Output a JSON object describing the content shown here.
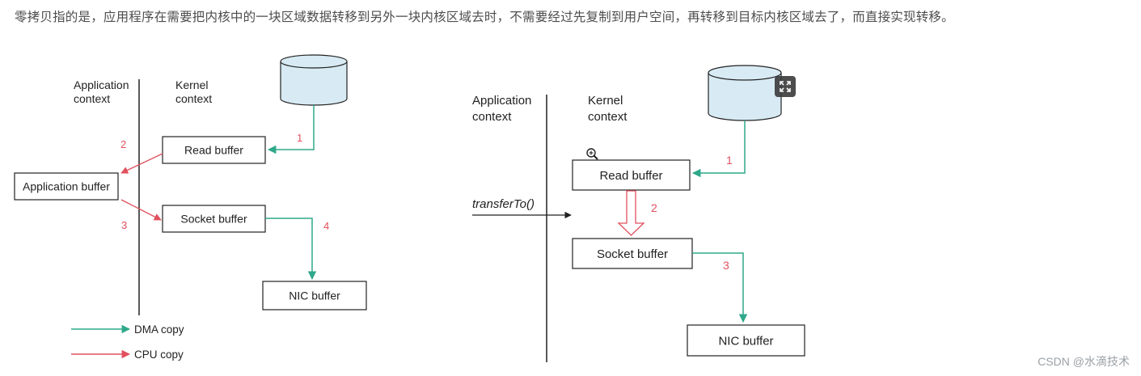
{
  "intro_text": "零拷贝指的是，应用程序在需要把内核中的一块区域数据转移到另外一块内核区域去时，不需要经过先复制到用户空间，再转移到目标内核区域去了，而直接实现转移。",
  "left_diagram": {
    "app_context_l1": "Application",
    "app_context_l2": "context",
    "kernel_context_l1": "Kernel",
    "kernel_context_l2": "context",
    "read_buffer": "Read buffer",
    "application_buffer": "Application buffer",
    "socket_buffer": "Socket buffer",
    "nic_buffer": "NIC buffer",
    "step1": "1",
    "step2": "2",
    "step3": "3",
    "step4": "4",
    "legend_dma": "DMA copy",
    "legend_cpu": "CPU copy"
  },
  "right_diagram": {
    "app_context_l1": "Application",
    "app_context_l2": "context",
    "kernel_context_l1": "Kernel",
    "kernel_context_l2": "context",
    "transfer_label": "transferTo()",
    "read_buffer": "Read buffer",
    "socket_buffer": "Socket buffer",
    "nic_buffer": "NIC buffer",
    "step1": "1",
    "step2": "2",
    "step3": "3"
  },
  "colors": {
    "dma": "#2fa88a",
    "cpu": "#e0505e",
    "disk_fill": "#d8ebf4"
  },
  "watermark": "CSDN @水滴技术"
}
